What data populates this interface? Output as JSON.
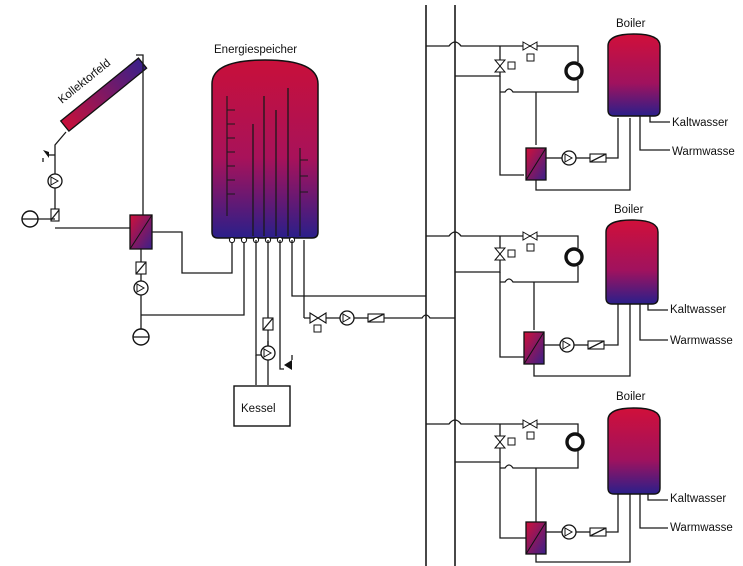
{
  "labels": {
    "collector": "Kollektorfeld",
    "storage": "Energiespeicher",
    "boiler": "Kessel",
    "dhw_boiler": "Boiler",
    "cold_water": "Kaltwasser",
    "warm_water": "Warmwasse"
  },
  "colors": {
    "tank_top": "#c8103a",
    "tank_bottom": "#2a1f8a",
    "line": "#1a1a1a"
  },
  "icons": [
    "pump-icon",
    "valve-icon",
    "check-valve-icon",
    "expansion-vessel-icon",
    "radiator-icon",
    "heat-exchanger-icon",
    "safety-valve-icon",
    "flowmeter-icon"
  ]
}
